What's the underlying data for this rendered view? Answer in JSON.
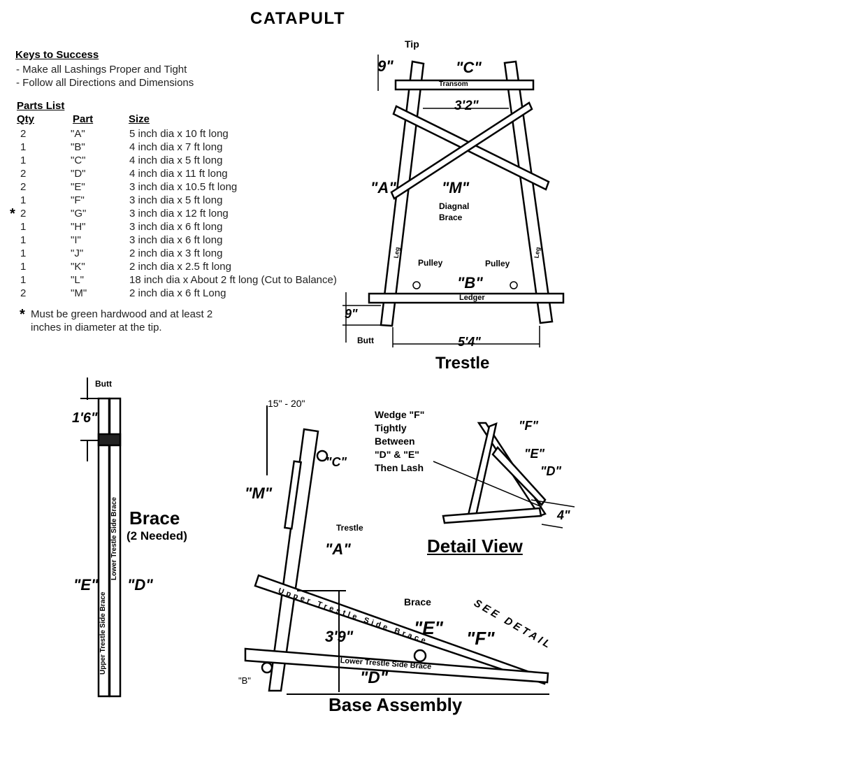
{
  "title": "CATAPULT",
  "keys": {
    "heading": "Keys to Success",
    "items": [
      "- Make all Lashings Proper and Tight",
      "- Follow all Directions and Dimensions"
    ]
  },
  "parts": {
    "heading": "Parts List",
    "columns": [
      "Qty",
      "Part",
      "Size"
    ],
    "rows": [
      {
        "qty": "2",
        "part": "\"A\"",
        "size": "5 inch dia x 10 ft long"
      },
      {
        "qty": "1",
        "part": "\"B\"",
        "size": "4 inch dia x 7 ft long"
      },
      {
        "qty": "1",
        "part": "\"C\"",
        "size": "4 inch dia x 5 ft long"
      },
      {
        "qty": "2",
        "part": "\"D\"",
        "size": "4 inch dia x 11 ft long"
      },
      {
        "qty": "2",
        "part": "\"E\"",
        "size": "3 inch dia x 10.5 ft long"
      },
      {
        "qty": "1",
        "part": "\"F\"",
        "size": "3 inch dia x 5 ft long"
      },
      {
        "qty": "2",
        "part": "\"G\"",
        "size": "3 inch dia x 12 ft long",
        "mark": "*"
      },
      {
        "qty": "1",
        "part": "\"H\"",
        "size": "3 inch dia x 6 ft long"
      },
      {
        "qty": "1",
        "part": "\"I\"",
        "size": "3 inch dia x 6 ft long"
      },
      {
        "qty": "1",
        "part": "\"J\"",
        "size": "2 inch dia x 3 ft long"
      },
      {
        "qty": "1",
        "part": "\"K\"",
        "size": "2 inch dia x 2.5 ft long"
      },
      {
        "qty": "1",
        "part": "\"L\"",
        "size": "18 inch dia x About 2 ft long (Cut to Balance)"
      },
      {
        "qty": "2",
        "part": "\"M\"",
        "size": "2 inch dia x 6 ft Long"
      }
    ],
    "note_mark": "*",
    "note_line1": "Must be green hardwood and at least 2",
    "note_line2": "inches in diameter at the tip."
  },
  "trestle": {
    "caption": "Trestle",
    "tip": "Tip",
    "transom": "Transom",
    "ledger": "Ledger",
    "leg": "Leg",
    "diag1": "Diagnal",
    "diag2": "Brace",
    "pulley": "Pulley",
    "butt": "Butt",
    "dim_top": "9\"",
    "dim_width_top": "3'2\"",
    "dim_bottom": "9\"",
    "dim_width_bottom": "5'4\"",
    "label_a": "\"A\"",
    "label_b": "\"B\"",
    "label_c": "\"C\"",
    "label_m": "\"M\""
  },
  "brace": {
    "caption": "Brace",
    "sub": "(2 Needed)",
    "butt": "Butt",
    "dim": "1'6\"",
    "upper": "Upper Trestle Side Brace",
    "lower": "Lower Trestle Side Brace",
    "label_e": "\"E\"",
    "label_d": "\"D\""
  },
  "base": {
    "caption": "Base Assembly",
    "angle": "15\" - 20\"",
    "trestle": "Trestle",
    "brace": "Brace",
    "upper": "Upper Trestle Side Brace",
    "lower": "Lower Trestle Side Brace",
    "height": "3'9\"",
    "label_a": "\"A\"",
    "label_b": "\"B\"",
    "label_c": "\"C\"",
    "label_d": "\"D\"",
    "label_e": "\"E\"",
    "label_f": "\"F\"",
    "label_m": "\"M\"",
    "see_detail": "SEE DETAIL"
  },
  "detail": {
    "caption": "Detail View",
    "instruction": [
      "Wedge \"F\"",
      "Tightly",
      "Between",
      "\"D\" & \"E\"",
      "Then Lash"
    ],
    "label_f": "\"F\"",
    "label_e": "\"E\"",
    "label_d": "\"D\"",
    "dim": "4\""
  }
}
